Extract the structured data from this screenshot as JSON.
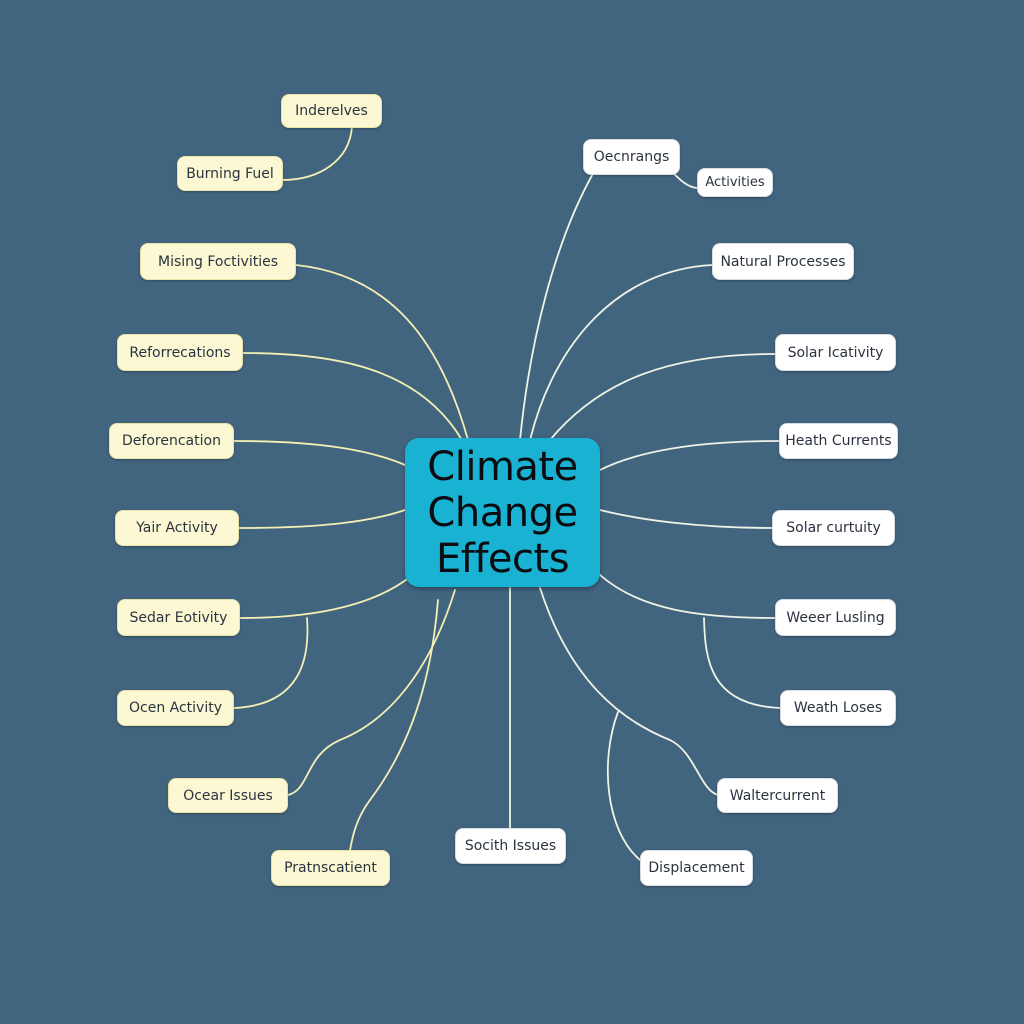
{
  "colors": {
    "background": "#41647f",
    "center_fill": "#1ab2d3",
    "cause_fill": "#fbf8d3",
    "effect_fill": "#ffffff",
    "link_left": "#f3efb5",
    "link_right": "#eef3e6"
  },
  "center": {
    "title": "Climate\nChange\nEffects"
  },
  "left_nodes": [
    {
      "id": "indirect",
      "label": "Inderelves"
    },
    {
      "id": "burning",
      "label": "Burning Fuel"
    },
    {
      "id": "mining",
      "label": "Mising Foctivities"
    },
    {
      "id": "reforestation",
      "label": "Reforrecations"
    },
    {
      "id": "deforestation",
      "label": "Deforencation"
    },
    {
      "id": "yair",
      "label": "Yair Activity"
    },
    {
      "id": "solar_left",
      "label": "Sedar Eotivity"
    },
    {
      "id": "ocean_activity",
      "label": "Ocen Activity"
    },
    {
      "id": "ocean_issues",
      "label": "Ocear Issues"
    },
    {
      "id": "pratns",
      "label": "Pratnscatient"
    }
  ],
  "bottom_nodes": [
    {
      "id": "social",
      "label": "Socith Issues"
    }
  ],
  "right_nodes": [
    {
      "id": "oecnrangs",
      "label": "Oecnrangs"
    },
    {
      "id": "activities",
      "label": "Activities"
    },
    {
      "id": "natural",
      "label": "Natural Processes"
    },
    {
      "id": "solar_icativity",
      "label": "Solar Icativity"
    },
    {
      "id": "heath",
      "label": "Heath Currents"
    },
    {
      "id": "solar_curtuity",
      "label": "Solar curtuity"
    },
    {
      "id": "weeer",
      "label": "Weeer Lusling"
    },
    {
      "id": "weath",
      "label": "Weath Loses"
    },
    {
      "id": "waltercurrent",
      "label": "Waltercurrent"
    },
    {
      "id": "displacement",
      "label": "Displacement"
    }
  ]
}
